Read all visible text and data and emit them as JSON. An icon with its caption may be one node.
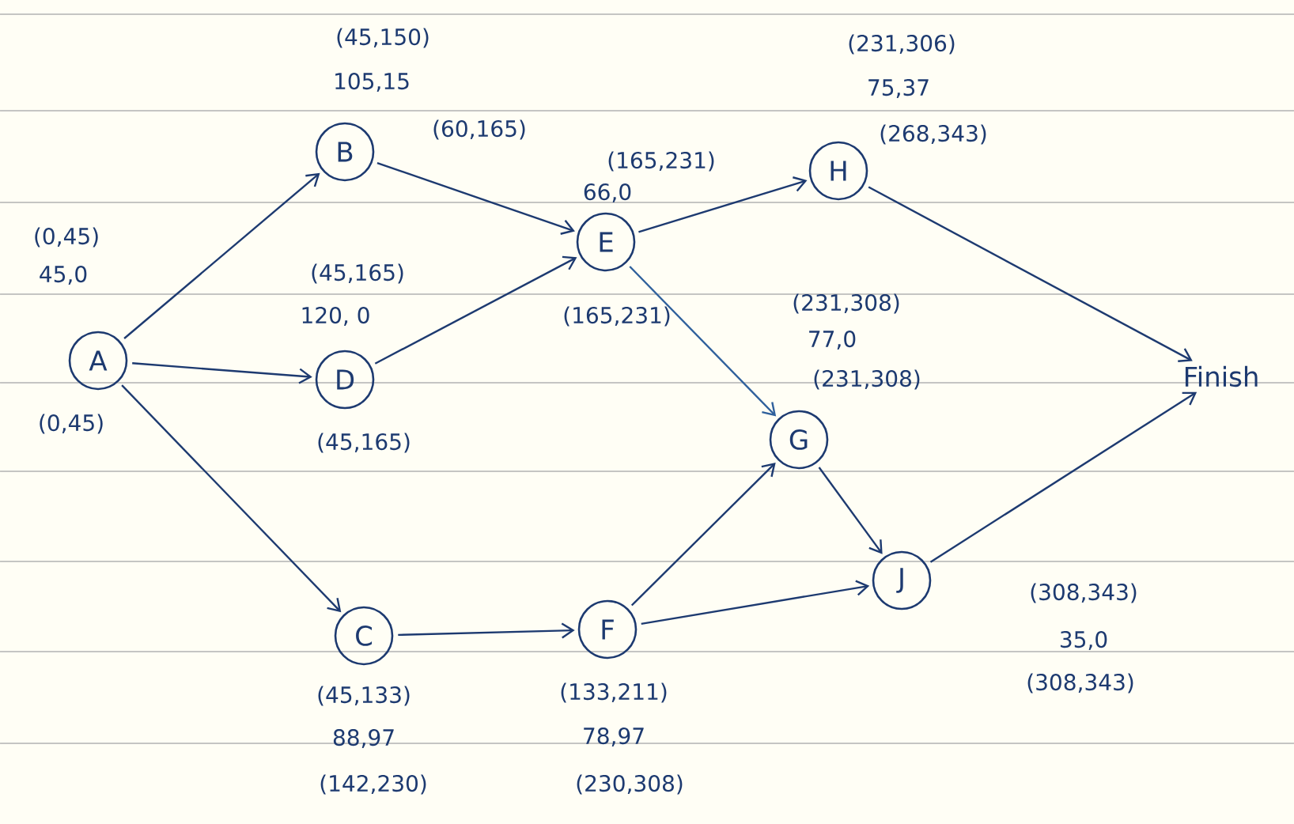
{
  "diagram": {
    "nodes": [
      {
        "text": [
          "A"
        ],
        "beside": [
          "(0,45)",
          "45,0",
          "(0,45)"
        ]
      },
      {
        "text": [
          "B"
        ],
        "beside": [
          "(45,150)",
          "105,15",
          "(60,165)"
        ]
      },
      {
        "text": [
          "D"
        ],
        "beside": [
          "(45,165)",
          "120, 0",
          "(45,165)"
        ]
      },
      {
        "text": [
          "C"
        ],
        "beside": [
          "(45,133)",
          "88,97",
          "(142,230)"
        ]
      },
      {
        "text": [
          "E"
        ],
        "beside": [
          "(165,231)",
          "66,0",
          "(165,231)"
        ]
      },
      {
        "text": [
          "F"
        ],
        "beside": [
          "(133,211)",
          "78,97",
          "(230,308)"
        ]
      },
      {
        "text": [
          "H"
        ],
        "beside": [
          "(231,306)",
          "75,37",
          "(268,343)"
        ]
      },
      {
        "text": [
          "G"
        ],
        "beside": [
          "(231,308)",
          "77,0",
          "(231,308)"
        ]
      },
      {
        "text": [
          "J"
        ],
        "beside": [
          "(308,343)",
          "35,0",
          "(308,343)"
        ]
      },
      {
        "text": [
          "Finish"
        ]
      }
    ],
    "edges": [
      {
        "from": 0,
        "to": 1,
        "arrow": "to"
      },
      {
        "from": 0,
        "to": 2,
        "arrow": "to"
      },
      {
        "from": 0,
        "to": 3,
        "arrow": "to"
      },
      {
        "from": 1,
        "to": 4,
        "arrow": "to"
      },
      {
        "from": 2,
        "to": 4,
        "arrow": "to"
      },
      {
        "from": 4,
        "to": 6,
        "arrow": "to"
      },
      {
        "from": 4,
        "to": 7,
        "arrow": "to",
        "color": "#2f609c"
      },
      {
        "from": 3,
        "to": 5,
        "arrow": "to"
      },
      {
        "from": 5,
        "to": 7,
        "arrow": "to"
      },
      {
        "from": 5,
        "to": 8,
        "arrow": "to"
      },
      {
        "from": 7,
        "to": 8,
        "arrow": "to"
      },
      {
        "from": 6,
        "to": 9,
        "arrow": "to"
      },
      {
        "from": 8,
        "to": 9,
        "arrow": "to"
      }
    ]
  }
}
